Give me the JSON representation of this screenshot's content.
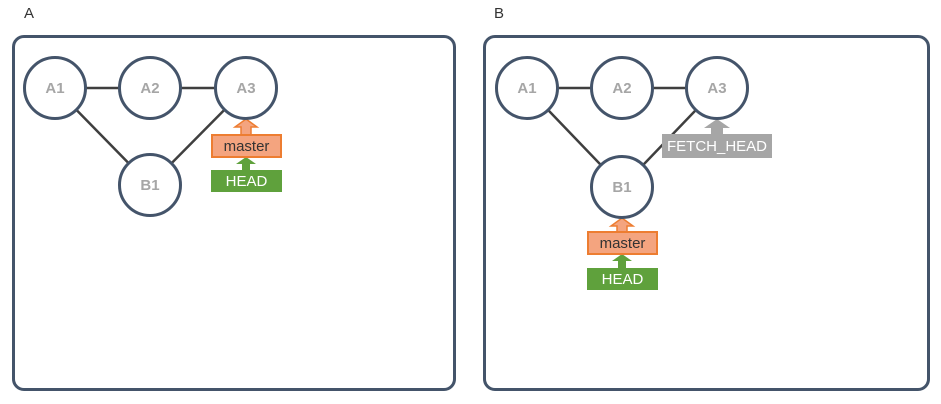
{
  "figure": {
    "panels": [
      {
        "label": "A",
        "nodes": [
          {
            "label": "A1"
          },
          {
            "label": "A2"
          },
          {
            "label": "A3"
          },
          {
            "label": "B1"
          }
        ],
        "edges": [
          [
            "A1",
            "A2"
          ],
          [
            "A2",
            "A3"
          ],
          [
            "A1",
            "B1"
          ],
          [
            "B1",
            "A3"
          ]
        ],
        "refs": [
          {
            "label": "master",
            "type": "branch",
            "points_to": "A3"
          },
          {
            "label": "HEAD",
            "type": "head",
            "points_to": "master"
          }
        ]
      },
      {
        "label": "B",
        "nodes": [
          {
            "label": "A1"
          },
          {
            "label": "A2"
          },
          {
            "label": "A3"
          },
          {
            "label": "B1"
          }
        ],
        "edges": [
          [
            "A1",
            "A2"
          ],
          [
            "A2",
            "A3"
          ],
          [
            "A1",
            "B1"
          ],
          [
            "B1",
            "A3"
          ]
        ],
        "refs": [
          {
            "label": "FETCH_HEAD",
            "type": "fetch-head",
            "points_to": "A3"
          },
          {
            "label": "master",
            "type": "branch",
            "points_to": "B1"
          },
          {
            "label": "HEAD",
            "type": "head",
            "points_to": "master"
          }
        ]
      }
    ],
    "colors": {
      "panel_border": "#44546A",
      "node_border": "#44546A",
      "node_text": "#A6A6A6",
      "edge_line": "#3F3F3F",
      "branch_fill": "#F4A47F",
      "branch_border": "#ED7D31",
      "branch_text": "#333333",
      "head_fill": "#5FA13C",
      "head_text": "#FFFFFF",
      "fetch_head_fill": "#A6A6A6",
      "fetch_head_text": "#FFFFFF"
    }
  }
}
